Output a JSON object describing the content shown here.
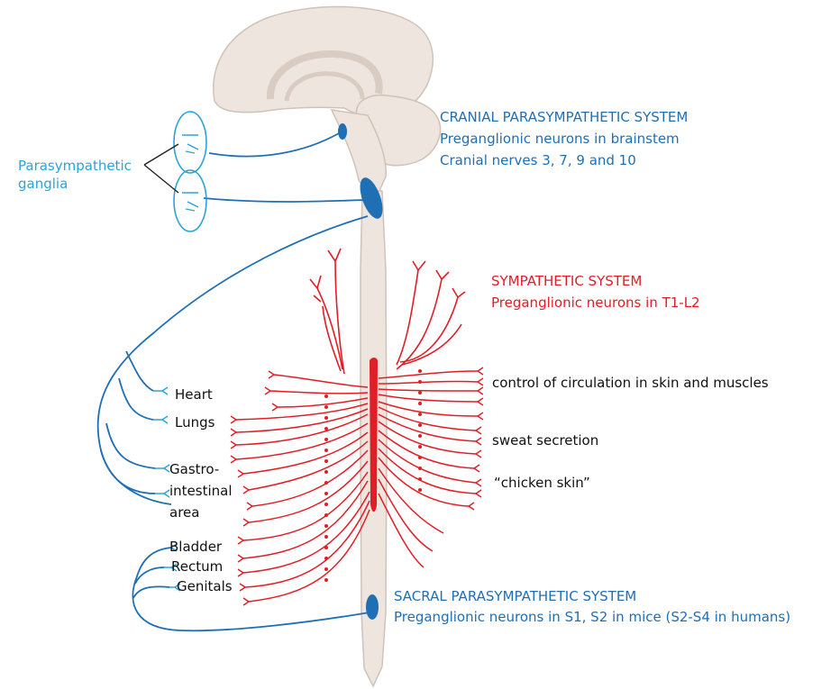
{
  "labels": {
    "ganglia": [
      "Parasympathetic",
      "ganglia"
    ],
    "cranial": [
      "CRANIAL PARASYMPATHETIC SYSTEM",
      "Preganglionic neurons in brainstem",
      "Cranial nerves 3, 7, 9 and 10"
    ],
    "sympathetic": [
      "SYMPATHETIC SYSTEM",
      "Preganglionic neurons in T1-L2"
    ],
    "sacral": [
      "SACRAL PARASYMPATHETIC SYSTEM",
      "Preganglionic neurons in S1, S2 in mice (S2-S4 in humans)"
    ],
    "effects": {
      "circulation": "control of circulation in skin and muscles",
      "sweat": "sweat secretion",
      "chicken": "“chicken skin”"
    },
    "organs": {
      "heart": "Heart",
      "lungs": "Lungs",
      "gi": [
        "Gastro-",
        "intestinal",
        "area"
      ],
      "bladder": "Bladder",
      "rectum": "Rectum",
      "genitals": "Genitals"
    }
  },
  "colors": {
    "parasympathetic": "#1f6fb4",
    "ganglia": "#2ba3d8",
    "sympathetic": "#e01e26",
    "brain": "#eee5df",
    "brain_outline": "#cfc2b9"
  }
}
